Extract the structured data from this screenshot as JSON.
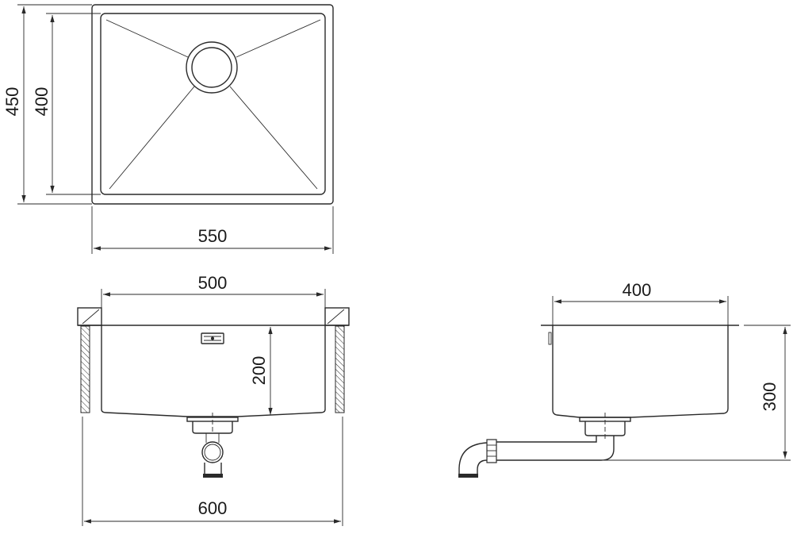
{
  "top_view": {
    "width_label": "550",
    "depth_outer_label": "450",
    "depth_inner_label": "400"
  },
  "front_view": {
    "bowl_width_label": "500",
    "cabinet_width_label": "600",
    "bowl_depth_label": "200"
  },
  "side_view": {
    "bowl_width_label": "400",
    "total_depth_label": "300"
  },
  "colors": {
    "line": "#2a2a2a",
    "background": "#ffffff"
  }
}
